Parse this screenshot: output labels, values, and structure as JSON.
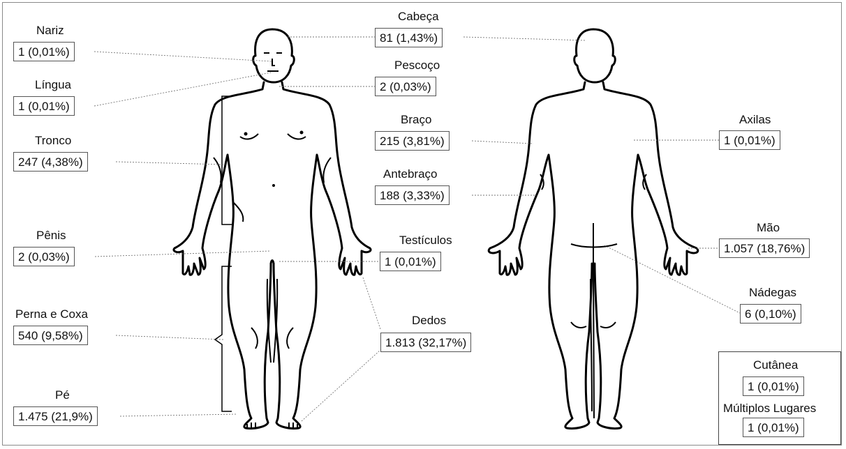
{
  "regions": {
    "nariz": {
      "label": "Nariz",
      "value": "1 (0,01%)"
    },
    "lingua": {
      "label": "Língua",
      "value": "1 (0,01%)"
    },
    "tronco": {
      "label": "Tronco",
      "value": "247 (4,38%)"
    },
    "penis": {
      "label": "Pênis",
      "value": "2 (0,03%)"
    },
    "perna": {
      "label": "Perna e Coxa",
      "value": "540 (9,58%)"
    },
    "pe": {
      "label": "Pé",
      "value": "1.475 (21,9%)"
    },
    "cabeca": {
      "label": "Cabeça",
      "value": "81 (1,43%)"
    },
    "pescoco": {
      "label": "Pescoço",
      "value": "2 (0,03%)"
    },
    "braco": {
      "label": "Braço",
      "value": "215 (3,81%)"
    },
    "antebraco": {
      "label": "Antebraço",
      "value": "188 (3,33%)"
    },
    "testiculos": {
      "label": "Testículos",
      "value": "1 (0,01%)"
    },
    "dedos": {
      "label": "Dedos",
      "value": "1.813 (32,17%)"
    },
    "axilas": {
      "label": "Axilas",
      "value": "1 (0,01%)"
    },
    "mao": {
      "label": "Mão",
      "value": "1.057 (18,76%)"
    },
    "nadegas": {
      "label": "Nádegas",
      "value": "6 (0,10%)"
    },
    "cutanea": {
      "label": "Cutânea",
      "value": "1 (0,01%)"
    },
    "multiplos": {
      "label": "Múltiplos Lugares",
      "value": "1 (0,01%)"
    }
  }
}
